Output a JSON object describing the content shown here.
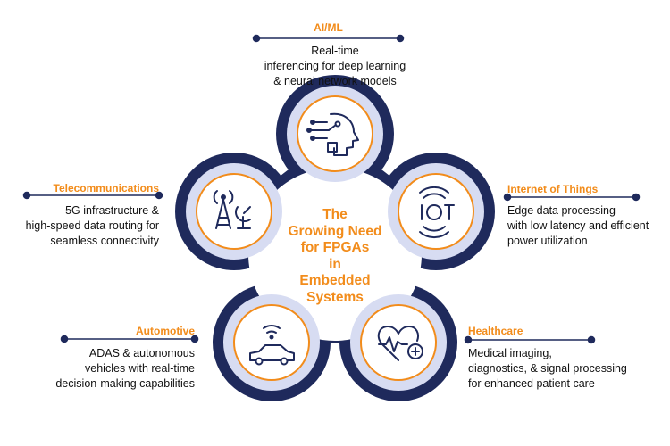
{
  "center_title": [
    "The",
    "Growing Need",
    "for FPGAs",
    "in",
    "Embedded",
    "Systems"
  ],
  "segments": [
    {
      "title": "AI/ML",
      "icon": "ai-head-circuit-icon",
      "desc": [
        "Real-time",
        "inferencing for deep learning",
        "& neural network models"
      ]
    },
    {
      "title": "Internet of Things",
      "icon": "iot-icon",
      "desc": [
        "Edge data processing",
        "with low latency and efficient",
        "power utilization"
      ]
    },
    {
      "title": "Healthcare",
      "icon": "heart-pulse-icon",
      "desc": [
        "Medical imaging,",
        "diagnostics, & signal processing",
        "for enhanced patient care"
      ]
    },
    {
      "title": "Automotive",
      "icon": "connected-car-icon",
      "desc": [
        "ADAS & autonomous",
        "vehicles with real-time",
        "decision-making capabilities"
      ]
    },
    {
      "title": "Telecommunications",
      "icon": "telecom-tower-icon",
      "desc": [
        "5G infrastructure &",
        "high-speed data routing for",
        "seamless connectivity"
      ]
    }
  ],
  "colors": {
    "accent": "#f28c1b",
    "navy": "#1f2a5c",
    "ring": "#d7dcf2",
    "text": "#111111"
  }
}
